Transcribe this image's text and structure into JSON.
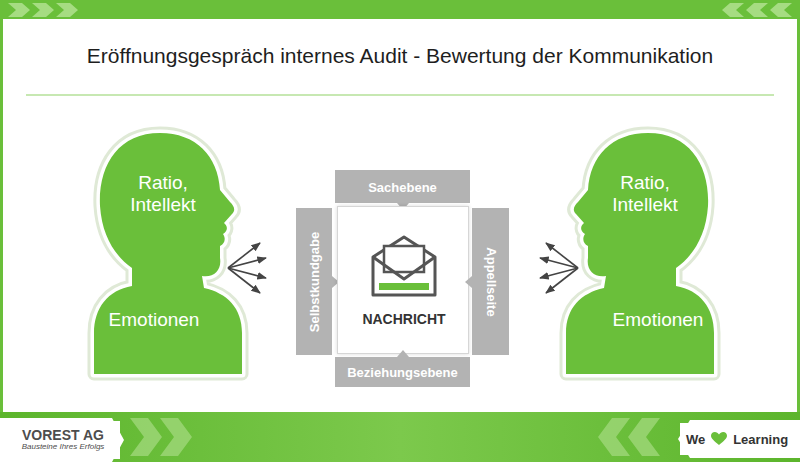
{
  "diagram": {
    "title": "Eröffnungsgespräch internes Audit - Bewertung der Kommunikation",
    "nodes": [
      {
        "text": [
          "Ratio, Intellekt",
          "Emotionen"
        ]
      },
      {
        "text": [
          "Sachebene"
        ]
      },
      {
        "text": [
          "Selbstkundgabe"
        ]
      },
      {
        "text": [
          "NACHRICHT"
        ]
      },
      {
        "text": [
          "Appellseite"
        ]
      },
      {
        "text": [
          "Beziehungsebene"
        ]
      },
      {
        "text": [
          "Ratio, Intellekt",
          "Emotionen"
        ]
      },
      {
        "text": [
          "VOREST AG",
          "Bausteine Ihres Erfolgs"
        ]
      },
      {
        "text": [
          "We",
          "Learning"
        ]
      }
    ]
  }
}
